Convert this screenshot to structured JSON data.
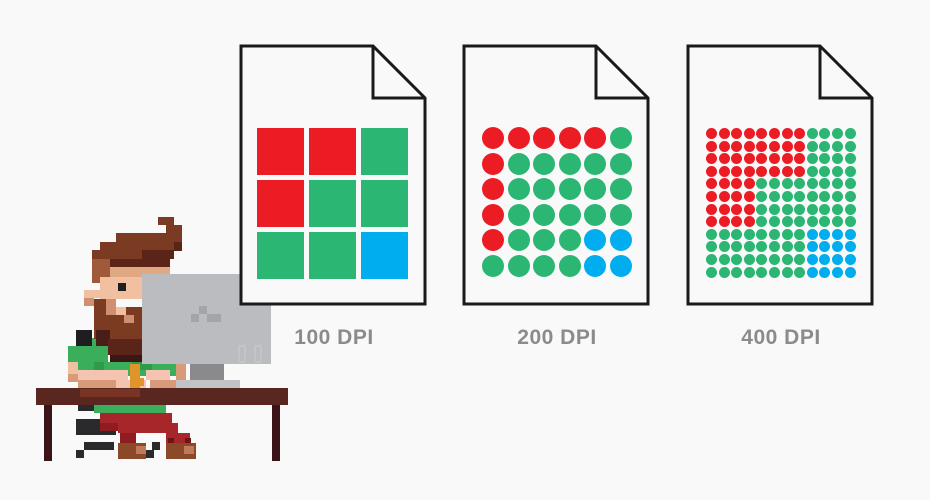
{
  "colors": {
    "background": "#f9f9f9",
    "outline": "#1a1a1a",
    "red": "#ec1c24",
    "green": "#2bb673",
    "blue": "#00aeef",
    "label": "#8b8b8b"
  },
  "documents": [
    {
      "label": "100 DPI",
      "shape": "square",
      "cols": 3,
      "rows": 3,
      "pattern": [
        "RRG",
        "RGG",
        "GGB"
      ]
    },
    {
      "label": "200 DPI",
      "shape": "circle",
      "cols": 6,
      "rows": 6,
      "pattern": [
        "RRRRRG",
        "RGGGGG",
        "RGGGGG",
        "RGGGGG",
        "RGGGBB",
        "GGGGBB"
      ]
    },
    {
      "label": "400 DPI",
      "shape": "circle",
      "cols": 12,
      "rows": 12,
      "pattern": [
        "RRRRRRRRGGGG",
        "RRRRRRRRGGGG",
        "RRRRRRRRGGGG",
        "RRRRRRRRGGGG",
        "RRRRGGGGGGGG",
        "RRRRGGGGGGGG",
        "RRRRGGGGGGGG",
        "RRRRGGGGGGGG",
        "GGGGGGGGBBBB",
        "GGGGGGGGBBBB",
        "GGGGGGGGBBBB",
        "GGGGGGGGBBBB"
      ]
    }
  ],
  "illustration": {
    "subject": "pixel-art man at desk with computer"
  }
}
